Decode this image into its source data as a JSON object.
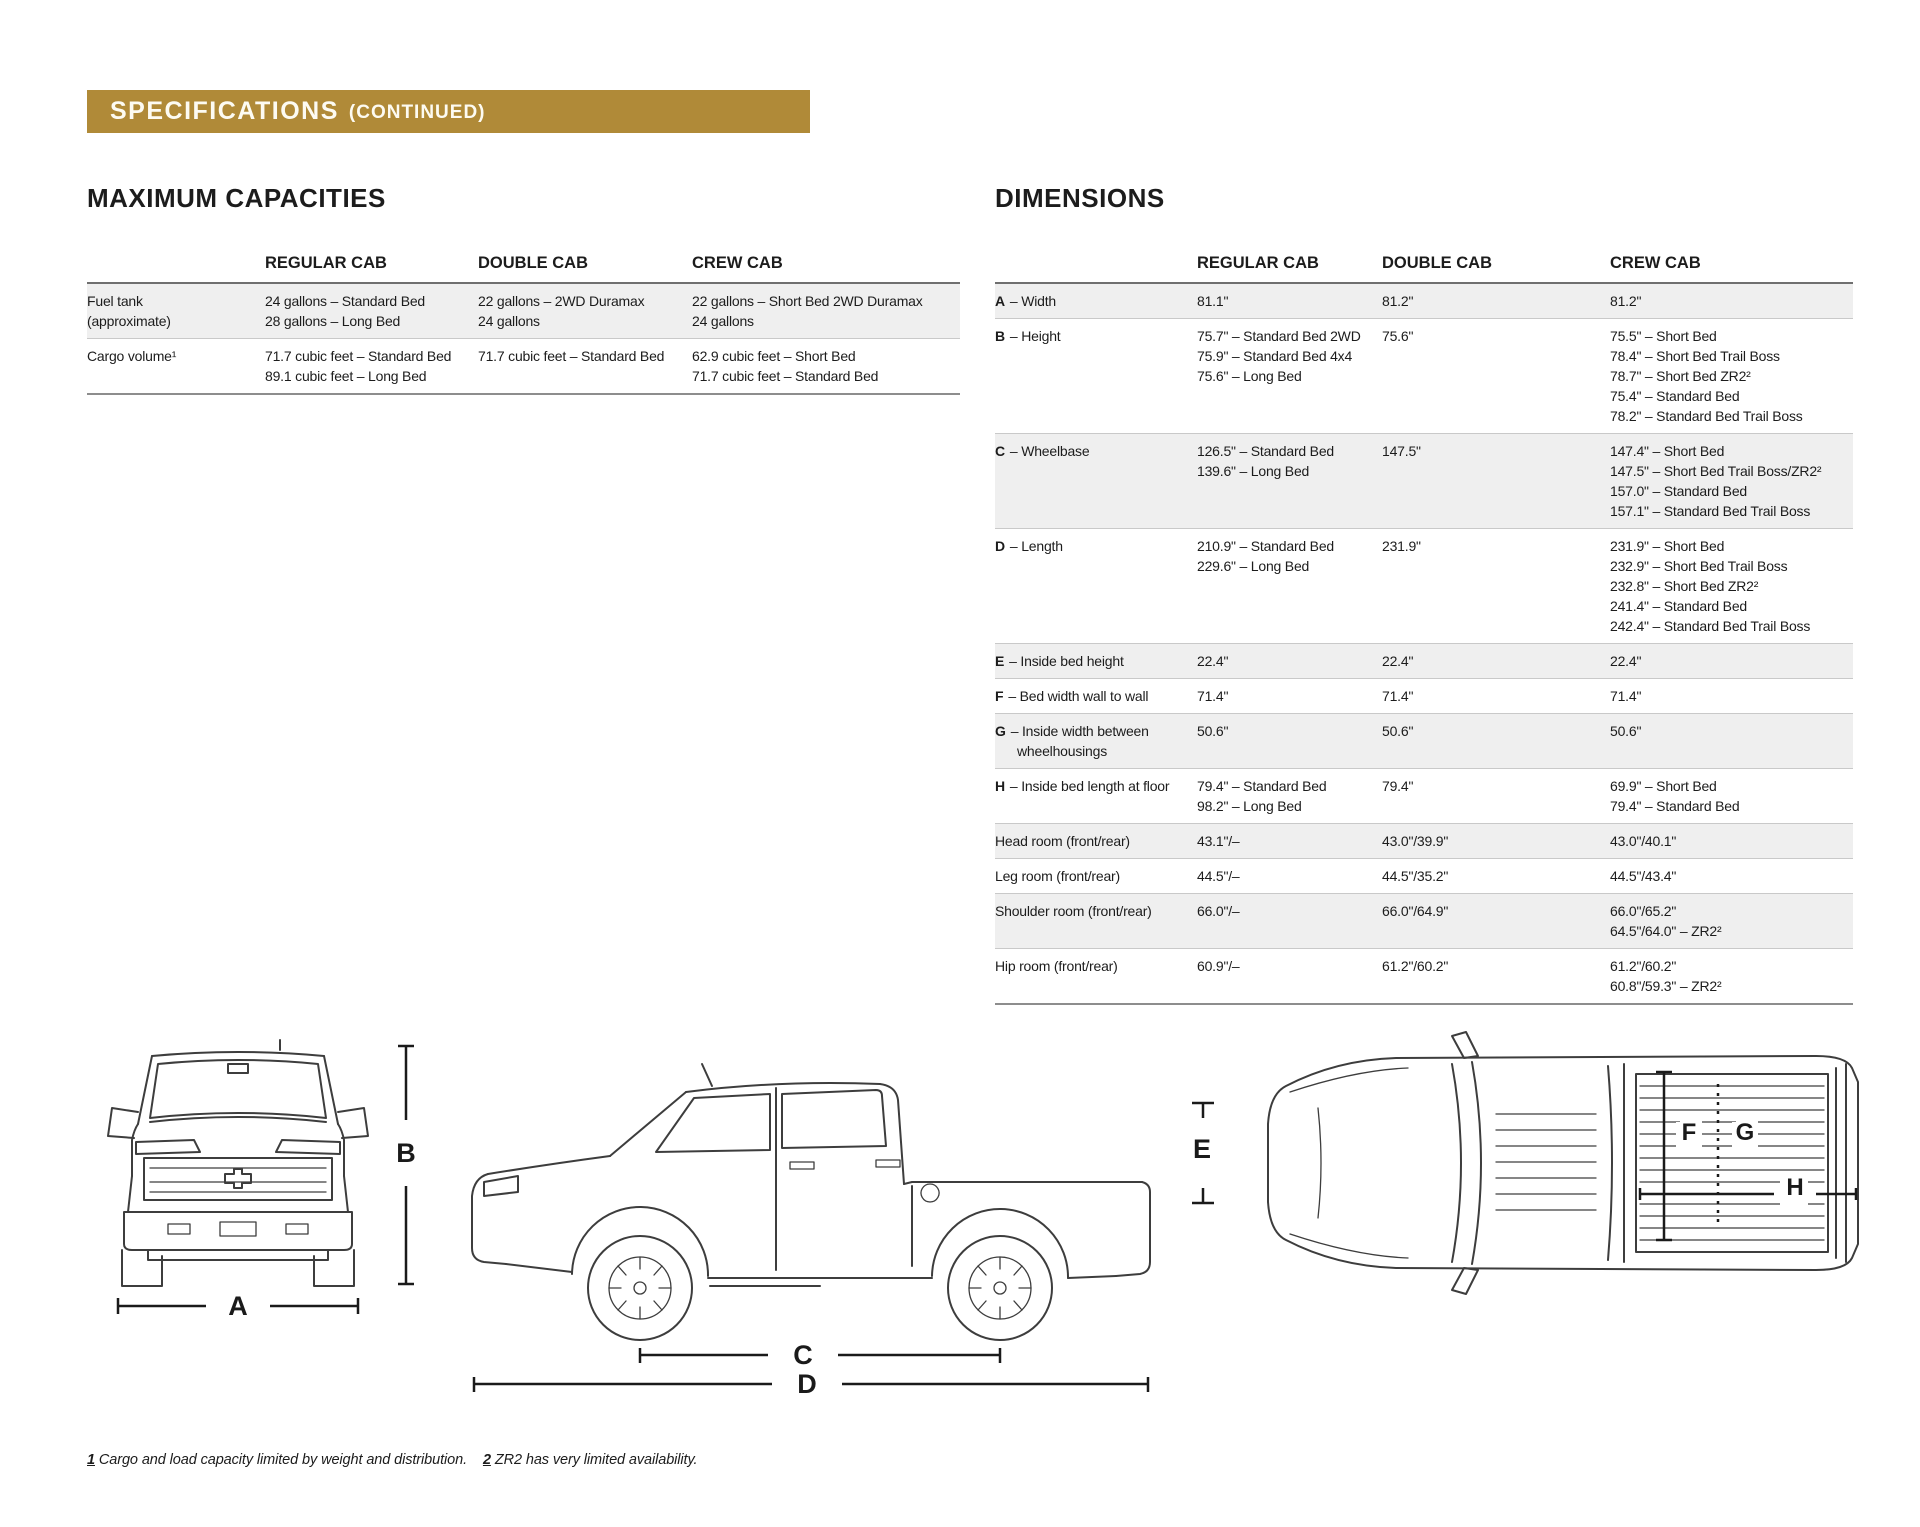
{
  "page": {
    "banner_title": "SPECIFICATIONS",
    "banner_subtitle": "(CONTINUED)",
    "accent_color": "#b08a38",
    "footnote": {
      "n1": "1",
      "t1": "Cargo and load capacity limited by weight and distribution.",
      "n2": "2",
      "t2": "ZR2 has very limited availability."
    }
  },
  "capacities": {
    "title": "MAXIMUM CAPACITIES",
    "columns": [
      "REGULAR CAB",
      "DOUBLE CAB",
      "CREW CAB"
    ],
    "rows": [
      {
        "label": "Fuel tank\n(approximate)",
        "regular": "24 gallons – Standard Bed\n28 gallons – Long Bed",
        "double": "22 gallons – 2WD Duramax\n24 gallons",
        "crew": "22 gallons – Short Bed 2WD Duramax\n24 gallons"
      },
      {
        "label": "Cargo volume¹",
        "regular": "71.7 cubic feet – Standard Bed\n89.1 cubic feet – Long Bed",
        "double": "71.7 cubic feet – Standard Bed",
        "crew": "62.9 cubic feet – Short Bed\n71.7 cubic feet – Standard Bed"
      }
    ]
  },
  "dimensions": {
    "title": "DIMENSIONS",
    "columns": [
      "REGULAR CAB",
      "DOUBLE CAB",
      "CREW CAB"
    ],
    "rows": [
      {
        "letter": "A",
        "label": "– Width",
        "regular": "81.1\"",
        "double": "81.2\"",
        "crew": "81.2\""
      },
      {
        "letter": "B",
        "label": "– Height",
        "regular": "75.7\" – Standard Bed 2WD\n75.9\" – Standard Bed 4x4\n75.6\" – Long Bed",
        "double": "75.6\"",
        "crew": "75.5\" – Short Bed\n78.4\" – Short Bed Trail Boss\n78.7\" – Short Bed ZR2²\n75.4\" – Standard Bed\n78.2\" – Standard Bed Trail Boss"
      },
      {
        "letter": "C",
        "label": "– Wheelbase",
        "regular": "126.5\" – Standard Bed\n139.6\" – Long Bed",
        "double": "147.5\"",
        "crew": "147.4\" – Short Bed\n147.5\" – Short Bed Trail Boss/ZR2²\n157.0\" – Standard Bed\n157.1\" – Standard Bed Trail Boss"
      },
      {
        "letter": "D",
        "label": "– Length",
        "regular": "210.9\" – Standard Bed\n229.6\" – Long Bed",
        "double": "231.9\"",
        "crew": "231.9\" – Short Bed\n232.9\" – Short Bed Trail Boss\n232.8\" – Short Bed ZR2²\n241.4\" – Standard Bed\n242.4\" – Standard Bed Trail Boss"
      },
      {
        "letter": "E",
        "label": "– Inside bed height",
        "regular": "22.4\"",
        "double": "22.4\"",
        "crew": "22.4\""
      },
      {
        "letter": "F",
        "label": "– Bed width wall to wall",
        "regular": "71.4\"",
        "double": "71.4\"",
        "crew": "71.4\""
      },
      {
        "letter": "G",
        "label": "– Inside width between wheelhousings",
        "regular": "50.6\"",
        "double": "50.6\"",
        "crew": "50.6\""
      },
      {
        "letter": "H",
        "label": "– Inside bed length at floor",
        "regular": "79.4\" – Standard Bed\n98.2\" – Long Bed",
        "double": "79.4\"",
        "crew": "69.9\" – Short Bed\n79.4\" – Standard Bed"
      },
      {
        "letter": "",
        "label": "Head room (front/rear)",
        "regular": "43.1\"/–",
        "double": "43.0\"/39.9\"",
        "crew": "43.0\"/40.1\""
      },
      {
        "letter": "",
        "label": "Leg room (front/rear)",
        "regular": "44.5\"/–",
        "double": "44.5\"/35.2\"",
        "crew": "44.5\"/43.4\""
      },
      {
        "letter": "",
        "label": "Shoulder room (front/rear)",
        "regular": "66.0\"/–",
        "double": "66.0\"/64.9\"",
        "crew": "66.0\"/65.2\"\n64.5\"/64.0\" – ZR2²"
      },
      {
        "letter": "",
        "label": "Hip room (front/rear)",
        "regular": "60.9\"/–",
        "double": "61.2\"/60.2\"",
        "crew": "61.2\"/60.2\"\n60.8\"/59.3\" – ZR2²"
      }
    ]
  },
  "diagram": {
    "labels": {
      "a": "A",
      "b": "B",
      "c": "C",
      "d": "D",
      "e": "E",
      "f": "F",
      "g": "G",
      "h": "H"
    }
  }
}
